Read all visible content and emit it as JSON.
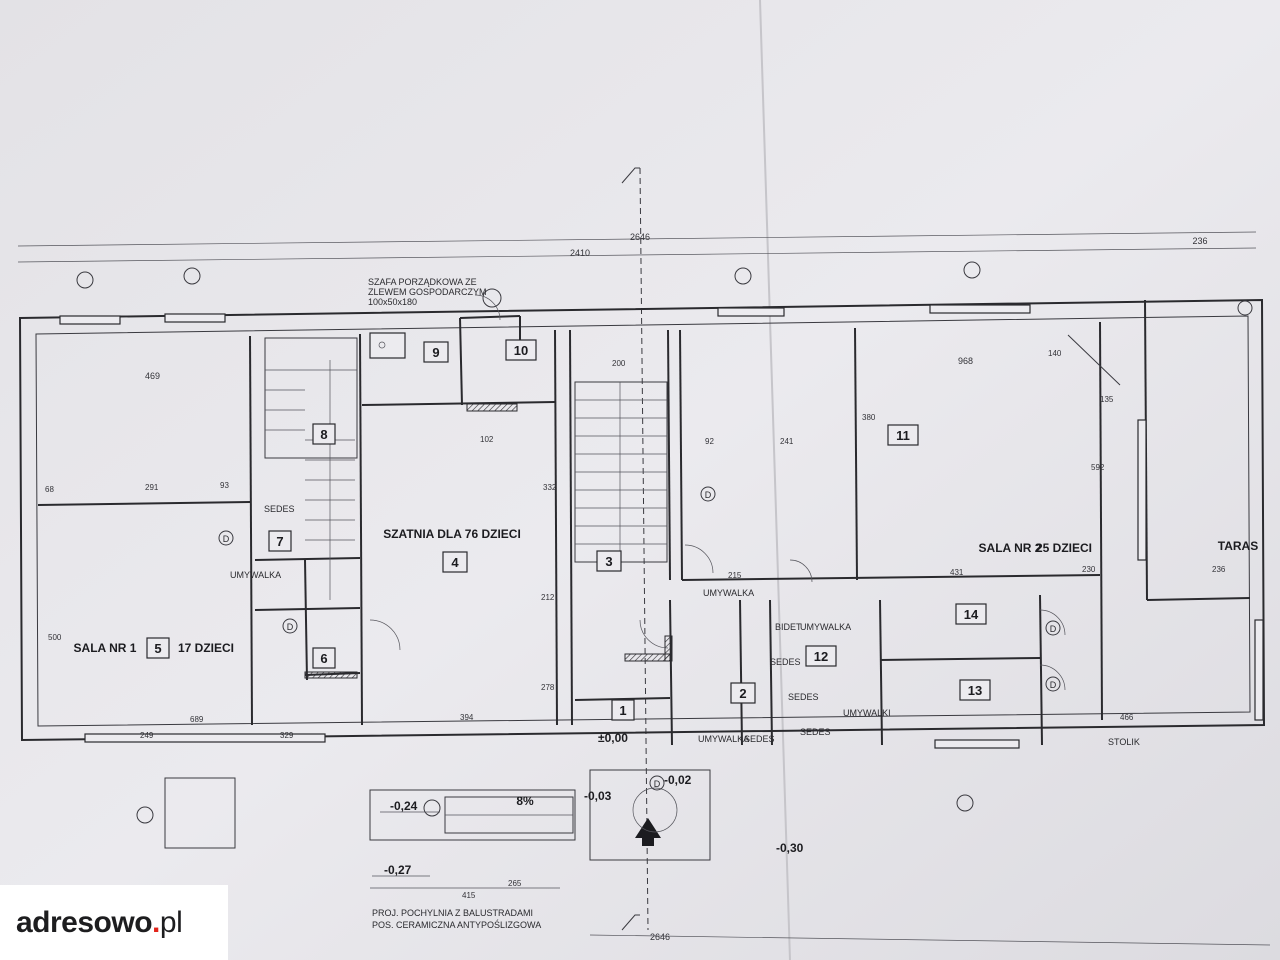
{
  "rooms": [
    {
      "id": "r1",
      "number": "1"
    },
    {
      "id": "r2",
      "number": "2"
    },
    {
      "id": "r3",
      "number": "3"
    },
    {
      "id": "r4",
      "number": "4",
      "name": "SZATNIA DLA 76 DZIECI"
    },
    {
      "id": "r5",
      "number": "5",
      "name": "SALA NR 1",
      "capacity": "17 DZIECI"
    },
    {
      "id": "r6",
      "number": "6"
    },
    {
      "id": "r7",
      "number": "7"
    },
    {
      "id": "r8",
      "number": "8"
    },
    {
      "id": "r9",
      "number": "9"
    },
    {
      "id": "r10",
      "number": "10"
    },
    {
      "id": "r11",
      "number": "11"
    },
    {
      "id": "r12",
      "number": "12",
      "name": "SALA NR 2",
      "capacity": "25 DZIECI"
    },
    {
      "id": "r13",
      "number": "13"
    },
    {
      "id": "r14",
      "number": "14"
    }
  ],
  "labels": {
    "szafa_1": "SZAFA PORZĄDKOWA ZE",
    "szafa_2": "ZLEWEM GOSPODARCZYM",
    "szafa_3": "100x50x180",
    "taras": "TARAS",
    "umywalka_1": "UMYWALKA",
    "umywalka_2": "UMYWALKA",
    "umywalka_3": "UMYWALKA",
    "umywalka_4": "UMYWALKI",
    "umywalka_5": "UMYWALKA",
    "sedes_1": "SEDES",
    "sedes_2": "SEDES",
    "sedes_3": "SEDES",
    "sedes_4": "SEDES",
    "sedes_5": "SEDES",
    "bidet": "BIDET",
    "stolik": "STOLIK",
    "ramp_1": "PROJ. POCHYLNIA Z BALUSTRADAMI",
    "ramp_2": "POS. CERAMICZNA ANTYPOŚLIZGOWA",
    "slope": "8%",
    "door_d": "D"
  },
  "dimensions": {
    "total_top": "2646",
    "total_bottom": "2646",
    "overall": "2410",
    "taras_width": "236",
    "d469": "469",
    "d968": "968",
    "d291": "291",
    "d93": "93",
    "d68": "68",
    "d500": "500",
    "d689": "689",
    "d329": "329",
    "d249": "249",
    "d394": "394",
    "d332": "332",
    "d278": "278",
    "d212": "212",
    "d215": "215",
    "d431": "431",
    "d230": "230",
    "d241": "241",
    "d92": "92",
    "d200": "200",
    "d102": "102",
    "d380": "380",
    "d592": "592",
    "d236b": "236",
    "d466": "466",
    "d415": "415",
    "d265": "265",
    "d140": "140",
    "d135": "135"
  },
  "levels": {
    "l000": "±0,00",
    "l002": "-0,02",
    "l003": "-0,03",
    "l024": "-0,24",
    "l027": "-0,27",
    "l030": "-0,30"
  },
  "logo": {
    "brand": "adresowo",
    "dot": ".",
    "tld": "pl"
  }
}
